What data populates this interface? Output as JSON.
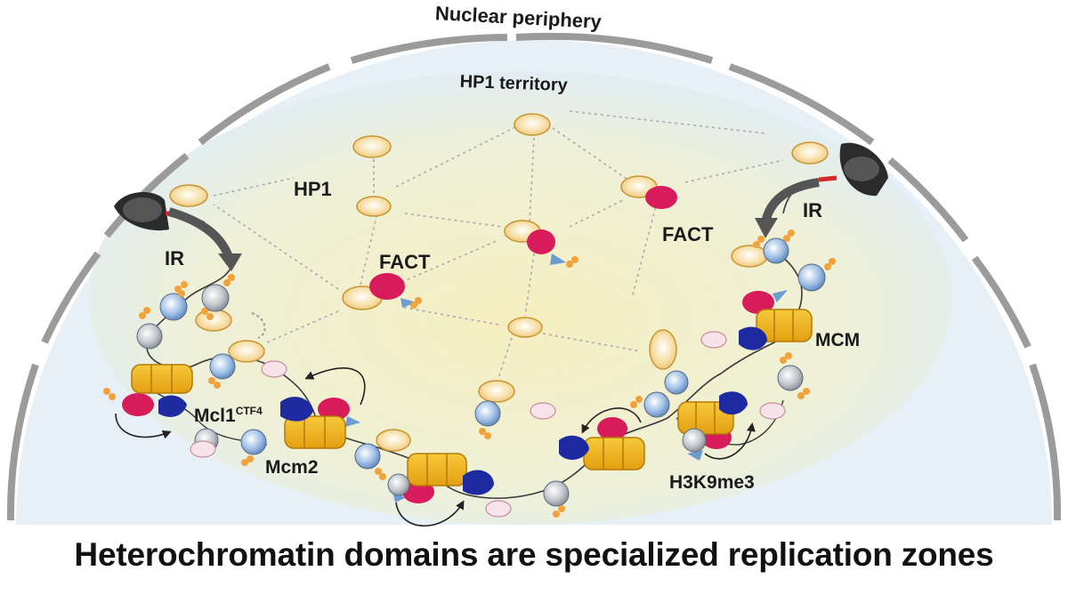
{
  "labels": {
    "nuclear_periphery": "Nuclear periphery",
    "hp1_territory": "HP1 territory",
    "hp1": "HP1",
    "fact_left": "FACT",
    "fact_right": "FACT",
    "ir_left": "IR",
    "ir_right": "IR",
    "mcl1": "Mcl1",
    "ctf4": "CTF4",
    "mcm2": "Mcm2",
    "mcm": "MCM",
    "h3k9me3": "H3K9me3"
  },
  "caption": "Heterochromatin domains are specialized replication zones",
  "colors": {
    "hp1": "#f5d9a0",
    "fact": "#d81b5a",
    "mcm": "#f2b619",
    "mcl1": "#1d2aa0",
    "histone_blue": "#8fb4e0",
    "histone_grey": "#b8bcc4",
    "methyl_mark": "#f2a23a",
    "nucleus_fill": "#e6f0f6",
    "territory_fill": "#f3efc8",
    "periphery": "#9b9b9b"
  }
}
